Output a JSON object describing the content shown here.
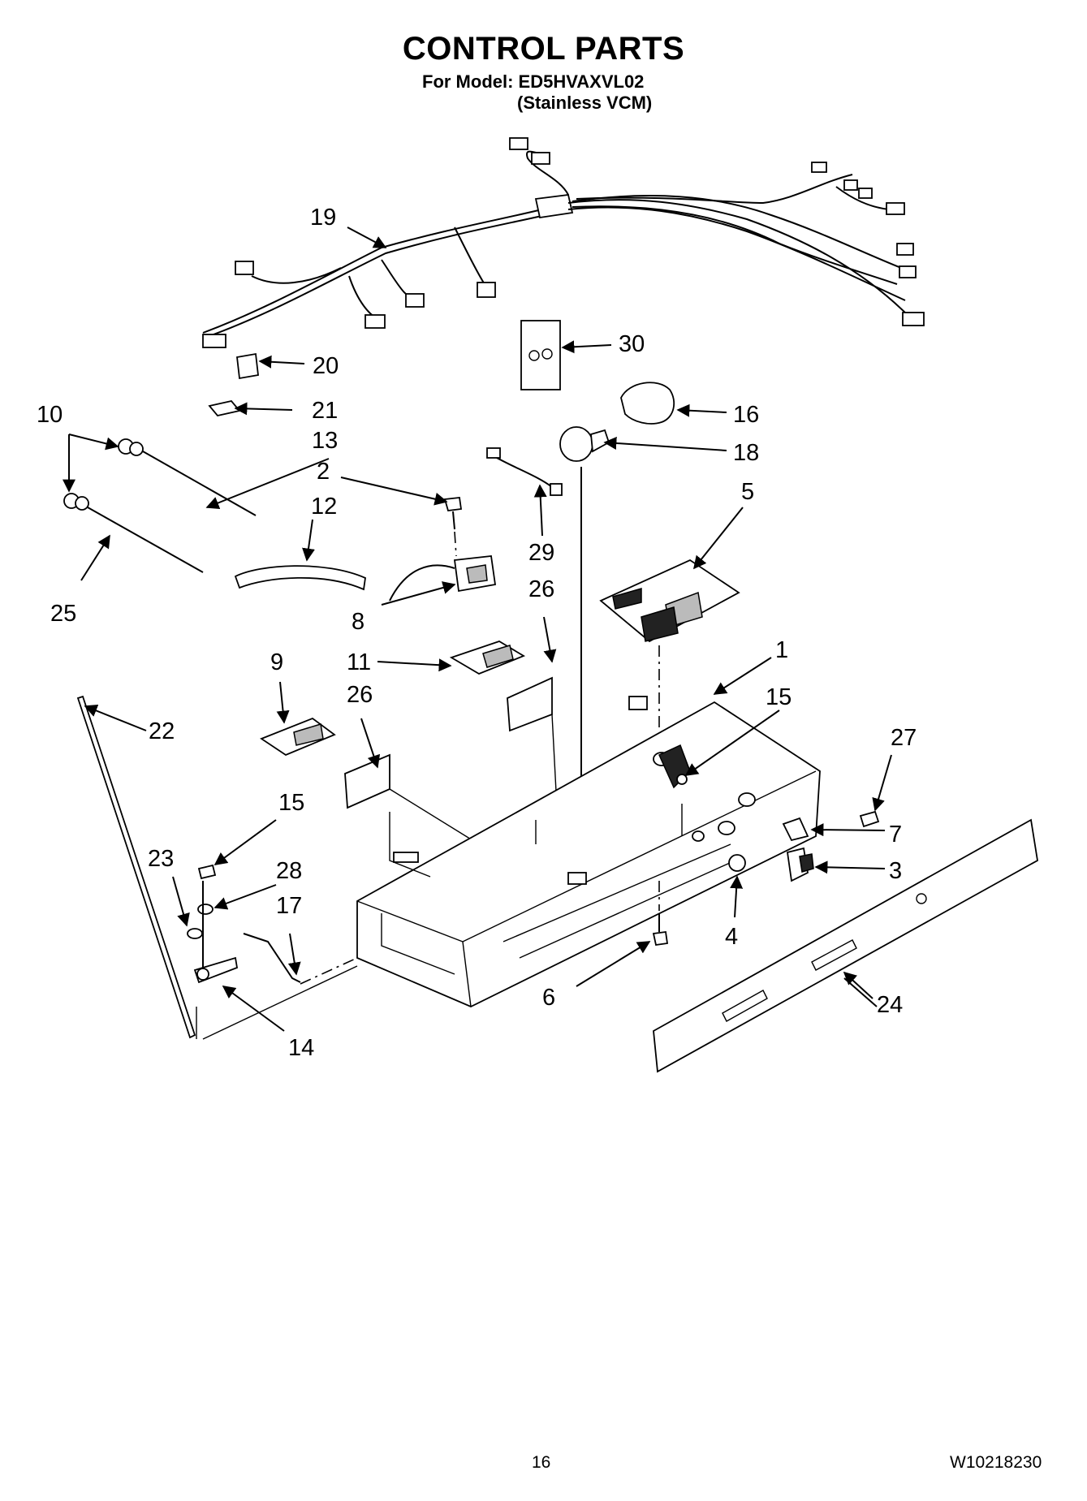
{
  "header": {
    "title": "CONTROL PARTS",
    "model_line": "For Model: ED5HVAXVL02",
    "variant_line": "(Stainless VCM)"
  },
  "footer": {
    "page_number": "16",
    "document_number": "W10218230"
  },
  "callouts": {
    "c1": "1",
    "c2": "2",
    "c3": "3",
    "c4": "4",
    "c5": "5",
    "c6": "6",
    "c7": "7",
    "c8": "8",
    "c9": "9",
    "c10": "10",
    "c11": "11",
    "c12": "12",
    "c13": "13",
    "c14": "14",
    "c15a": "15",
    "c15b": "15",
    "c16": "16",
    "c17": "17",
    "c18": "18",
    "c19": "19",
    "c20": "20",
    "c21": "21",
    "c22": "22",
    "c23": "23",
    "c24": "24",
    "c25": "25",
    "c26a": "26",
    "c26b": "26",
    "c27": "27",
    "c28": "28",
    "c29": "29",
    "c30": "30"
  }
}
